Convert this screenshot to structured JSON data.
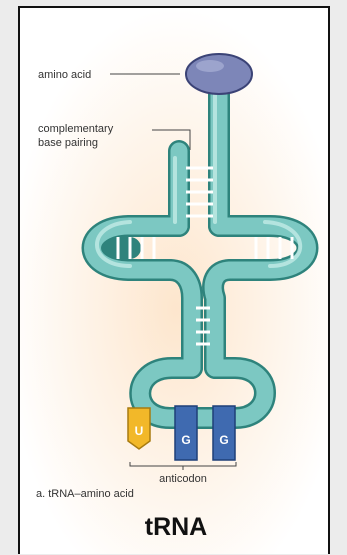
{
  "labels": {
    "amino_acid": "amino acid",
    "pairing_line1": "complementary",
    "pairing_line2": "base pairing",
    "anticodon": "anticodon",
    "caption": "a. tRNA–amino acid",
    "title": "tRNA"
  },
  "bases": {
    "u": "U",
    "g1": "G",
    "g2": "G"
  },
  "colors": {
    "tube": "#7cc8c2",
    "tube_edge": "#2e837c",
    "amino_acid": "#7d86b8",
    "u_base": "#f2b829",
    "g_base": "#3f6ab0",
    "background_glow": "#fbe6cf"
  }
}
